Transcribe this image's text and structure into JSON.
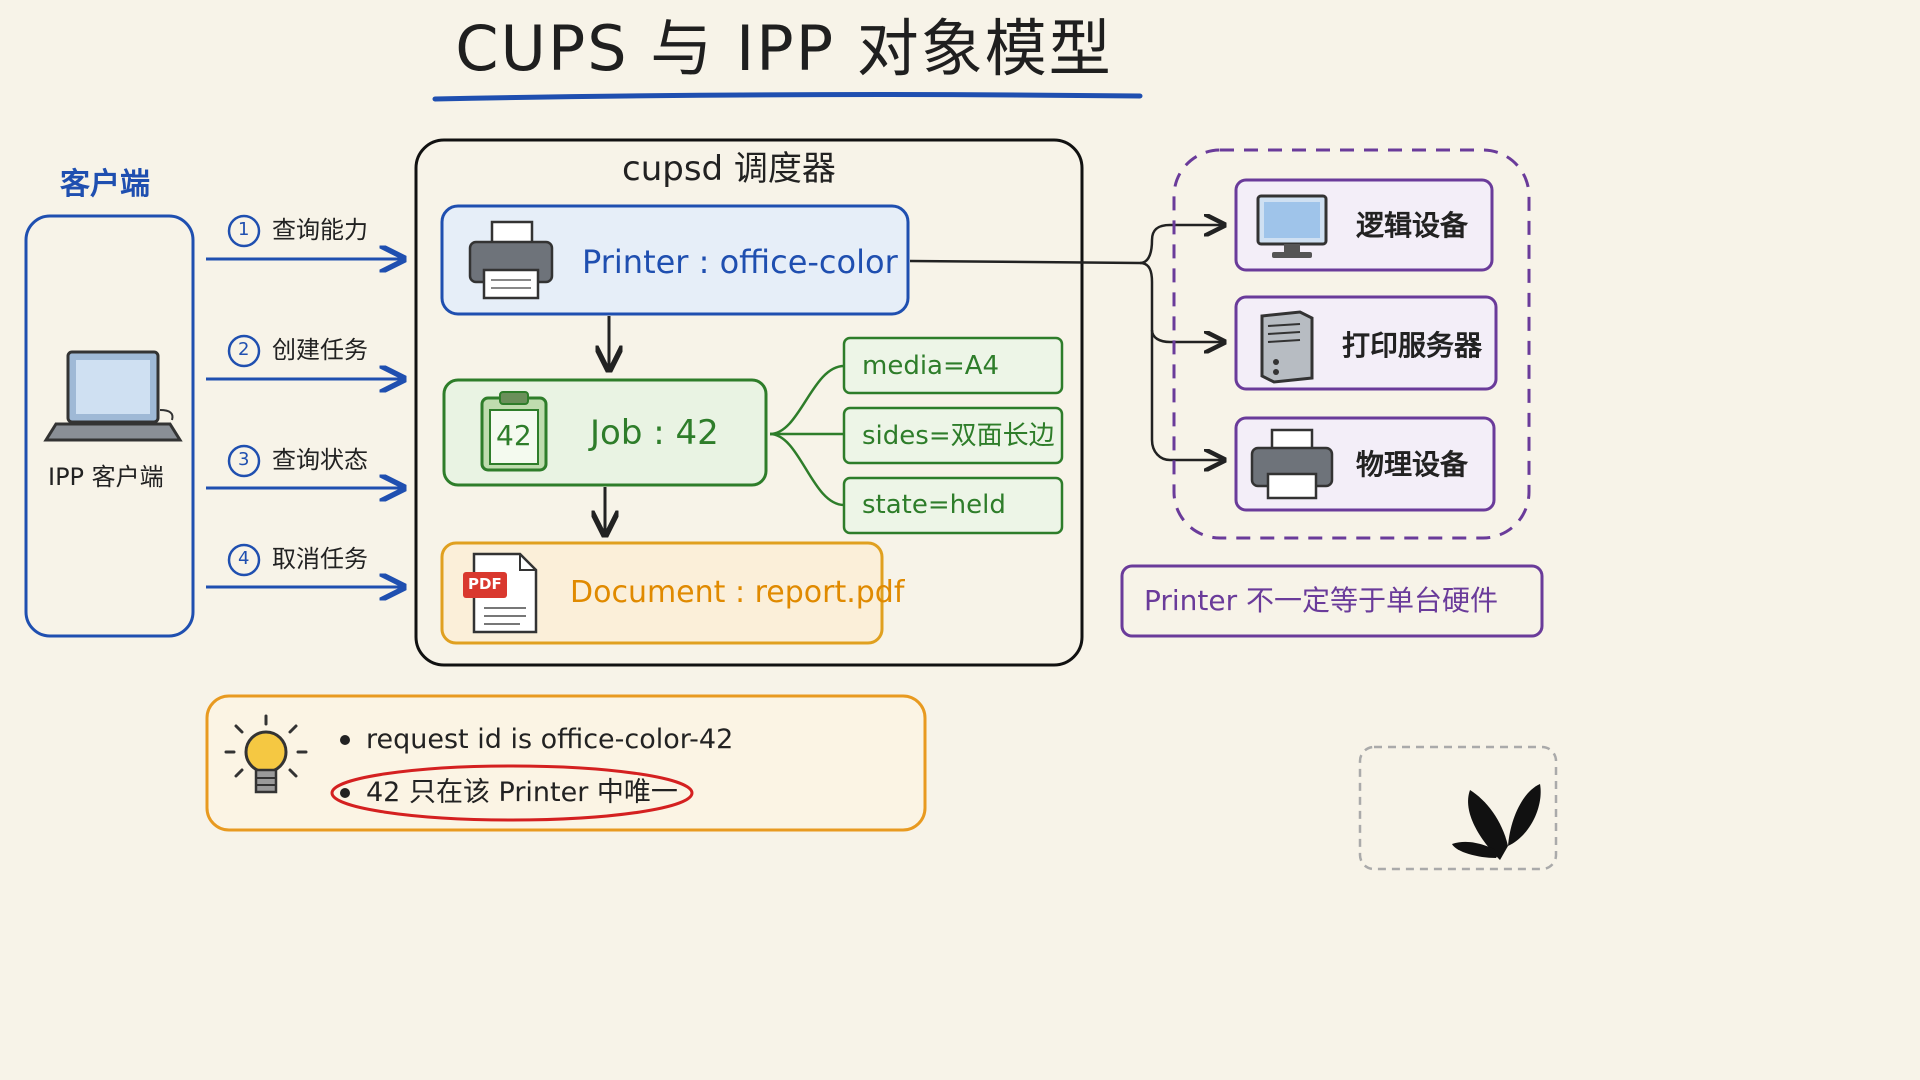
{
  "title": "CUPS 与 IPP 对象模型",
  "client": {
    "heading": "客户端",
    "label": "IPP 客户端",
    "icon": "laptop-icon"
  },
  "steps": [
    {
      "num": "1",
      "label": "查询能力"
    },
    {
      "num": "2",
      "label": "创建任务"
    },
    {
      "num": "3",
      "label": "查询状态"
    },
    {
      "num": "4",
      "label": "取消任务"
    }
  ],
  "scheduler": {
    "title": "cupsd 调度器",
    "printer": {
      "label": "Printer : office-color",
      "icon": "printer-icon"
    },
    "job": {
      "label": "Job : 42",
      "badge": "42",
      "icon": "clipboard-icon"
    },
    "document": {
      "label": "Document : report.pdf",
      "badge": "PDF",
      "icon": "pdf-file-icon"
    },
    "attributes": [
      "media=A4",
      "sides=双面长边",
      "state=held"
    ]
  },
  "devices": {
    "items": [
      {
        "label": "逻辑设备",
        "icon": "monitor-icon"
      },
      {
        "label": "打印服务器",
        "icon": "server-tower-icon"
      },
      {
        "label": "物理设备",
        "icon": "printer-icon"
      }
    ],
    "note": "Printer 不一定等于单台硬件"
  },
  "notes": {
    "icon": "lightbulb-icon",
    "items": [
      "request id is office-color-42",
      "42 只在该 Printer 中唯一"
    ]
  },
  "logo_icon": "butterfly-icon",
  "colors": {
    "background": "#f7f3e8",
    "client_blue": "#1f4fb0",
    "job_green": "#2e7d2a",
    "document_orange": "#e08a00",
    "device_purple": "#6a3b9a",
    "highlight_red": "#d42020"
  }
}
